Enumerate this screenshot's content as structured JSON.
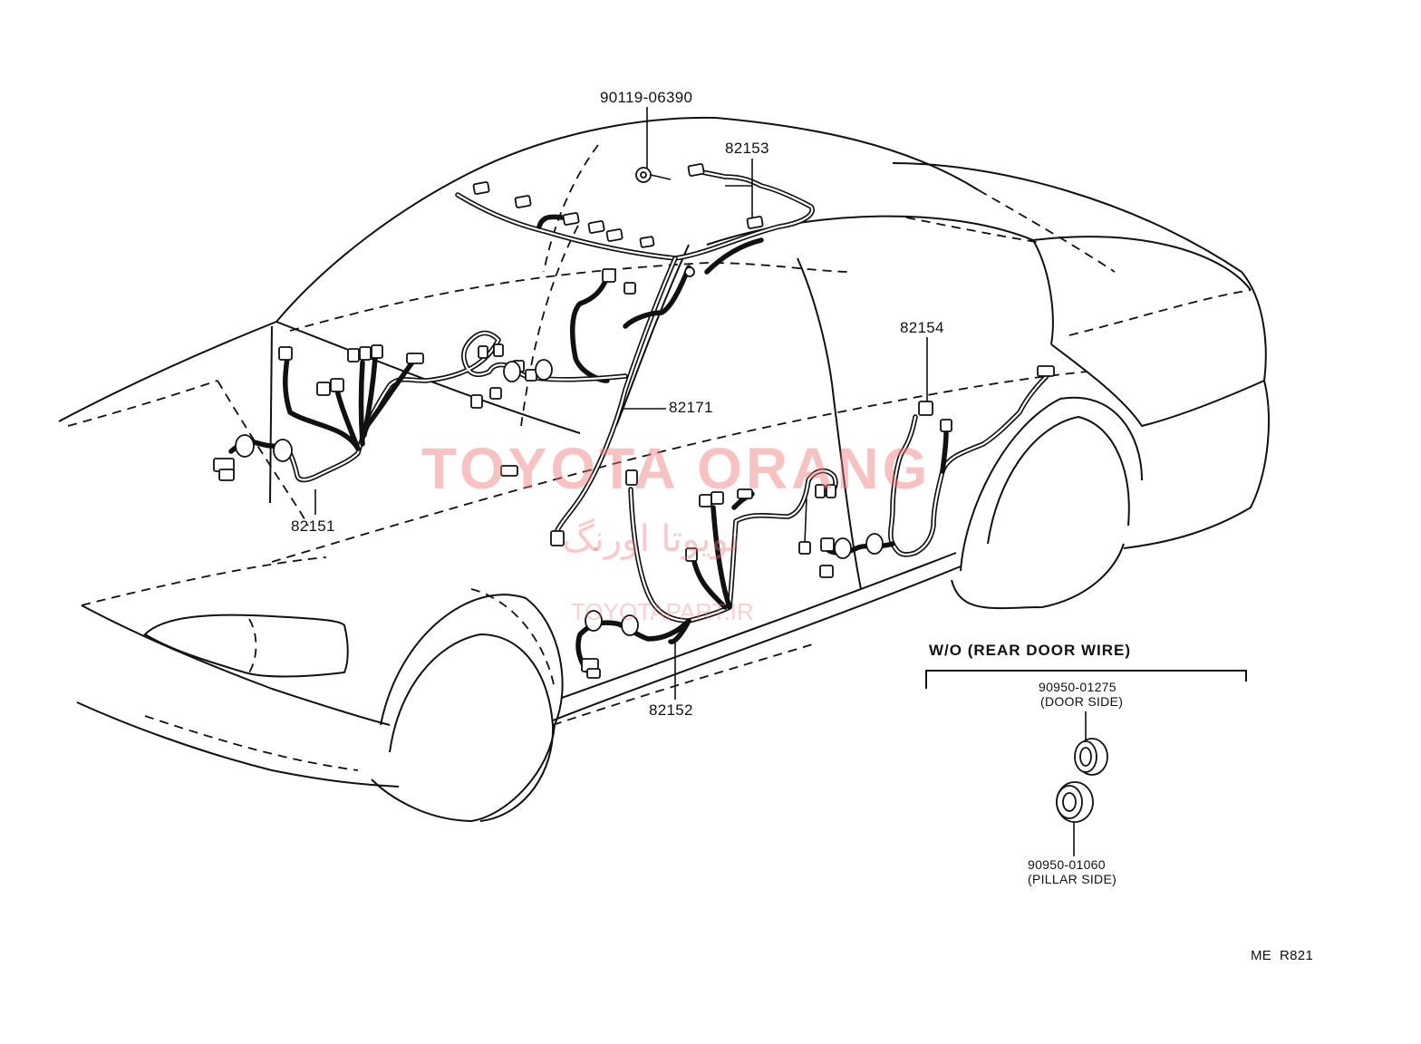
{
  "parts": {
    "p90119": "90119-06390",
    "p82153": "82153",
    "p82154": "82154",
    "p82171": "82171",
    "p82151": "82151",
    "p82152": "82152"
  },
  "option_box": {
    "title": "W/O (REAR  DOOR  WIRE)",
    "grommet_door_no": "90950-01275",
    "grommet_door_side": "(DOOR SIDE)",
    "grommet_pillar_no": "90950-01060",
    "grommet_pillar_side": "(PILLAR SIDE)"
  },
  "footer_code": "ME  R821",
  "watermark": {
    "main": "TOYOTA ORANG",
    "fa": "تویوتا اورنگ",
    "url": "TOYOTAPART.IR"
  },
  "colors": {
    "watermark": "#f07878",
    "line": "#111111"
  }
}
